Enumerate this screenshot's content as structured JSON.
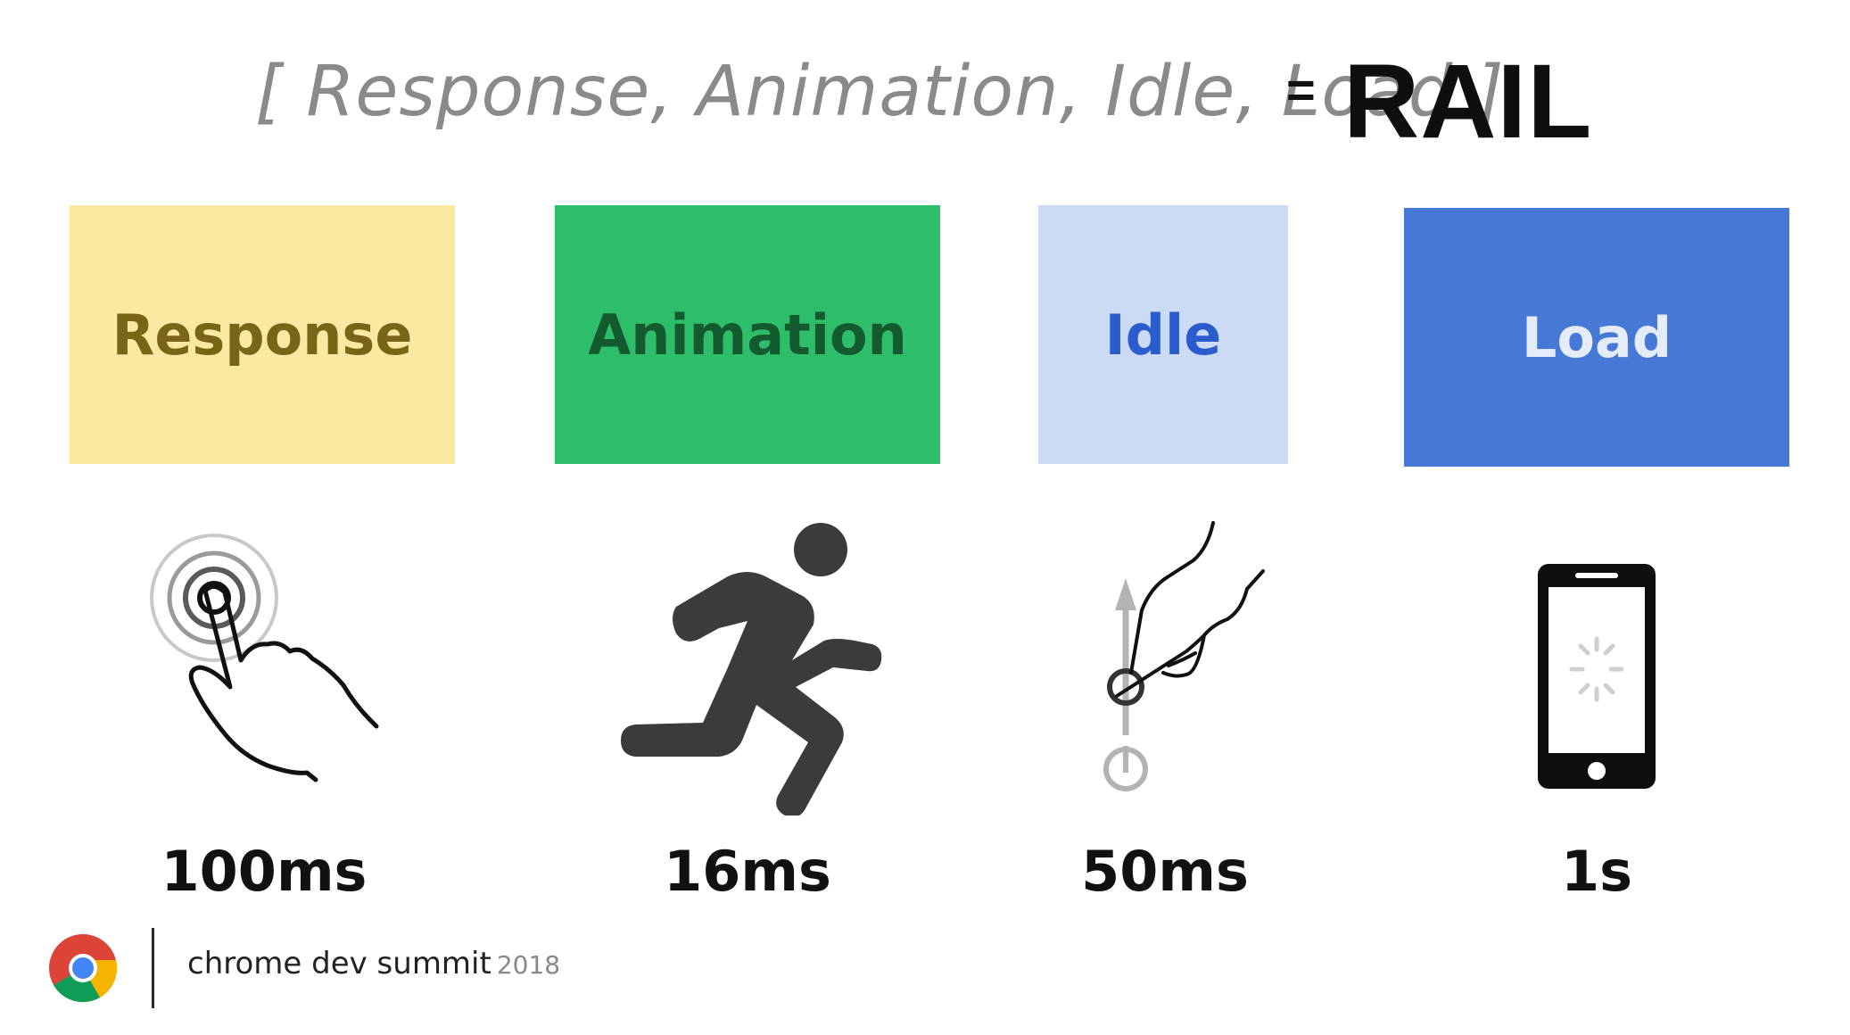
{
  "headline": {
    "formula": "[ Response, Animation, Idle, Load ]",
    "equals": "=",
    "acronym": "RAIL"
  },
  "tiles": [
    {
      "label": "Response",
      "icon": "tap-gesture-icon",
      "metric": "100ms",
      "bg_color": "#fce8a0",
      "text_color": "#7a6418"
    },
    {
      "label": "Animation",
      "icon": "running-person-icon",
      "metric": "16ms",
      "bg_color": "#2ebd68",
      "text_color": "#135a2e"
    },
    {
      "label": "Idle",
      "icon": "swipe-up-gesture-icon",
      "metric": "50ms",
      "bg_color": "#cbdbf6",
      "text_color": "#2a5ccd"
    },
    {
      "label": "Load",
      "icon": "phone-loading-icon",
      "metric": "1s",
      "bg_color": "#4679d6",
      "text_color": "#e4ecfa"
    }
  ],
  "footer": {
    "logo_icon": "chrome-logo-icon",
    "event_name": "chrome dev summit",
    "year": "2018"
  }
}
